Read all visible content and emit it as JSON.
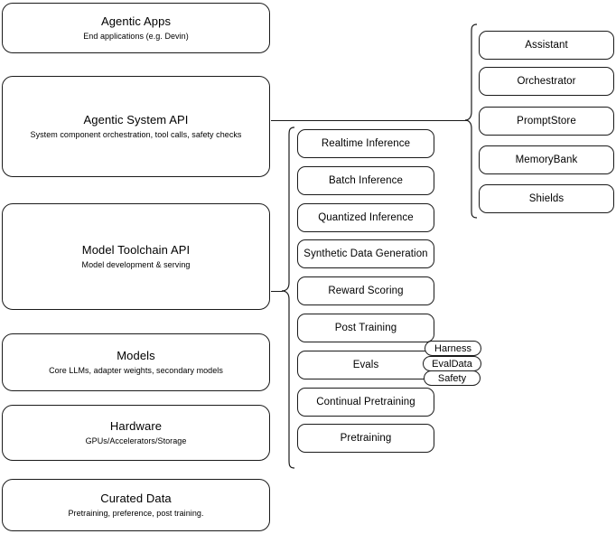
{
  "diagram": {
    "title": "AI Stack Layers Architecture Diagram",
    "stroke_color": "#1a1a1a",
    "background_color": "#ffffff"
  },
  "layers": [
    {
      "id": "agentic-apps",
      "title": "Agentic Apps",
      "subtitle": "End applications (e.g. Devin)"
    },
    {
      "id": "agentic-system-api",
      "title": "Agentic System API",
      "subtitle": "System component orchestration, tool calls, safety checks"
    },
    {
      "id": "model-toolchain-api",
      "title": "Model Toolchain API",
      "subtitle": "Model development & serving"
    },
    {
      "id": "models",
      "title": "Models",
      "subtitle": "Core LLMs, adapter weights, secondary models"
    },
    {
      "id": "hardware",
      "title": "Hardware",
      "subtitle": "GPUs/Accelerators/Storage"
    },
    {
      "id": "curated-data",
      "title": "Curated Data",
      "subtitle": "Pretraining, preference, post training."
    }
  ],
  "toolchain_items": [
    {
      "id": "realtime-inference",
      "label": "Realtime Inference"
    },
    {
      "id": "batch-inference",
      "label": "Batch Inference"
    },
    {
      "id": "quantized-inference",
      "label": "Quantized Inference"
    },
    {
      "id": "synthetic-data-generation",
      "label": "Synthetic Data Generation"
    },
    {
      "id": "reward-scoring",
      "label": "Reward Scoring"
    },
    {
      "id": "post-training",
      "label": "Post Training"
    },
    {
      "id": "evals",
      "label": "Evals"
    },
    {
      "id": "continual-pretraining",
      "label": "Continual Pretraining"
    },
    {
      "id": "pretraining",
      "label": "Pretraining"
    }
  ],
  "eval_subitems": [
    {
      "id": "harness",
      "label": "Harness"
    },
    {
      "id": "evaldata",
      "label": "EvalData"
    },
    {
      "id": "safety",
      "label": "Safety"
    }
  ],
  "system_items": [
    {
      "id": "assistant",
      "label": "Assistant"
    },
    {
      "id": "orchestrator",
      "label": "Orchestrator"
    },
    {
      "id": "promptstore",
      "label": "PromptStore"
    },
    {
      "id": "memorybank",
      "label": "MemoryBank"
    },
    {
      "id": "shields",
      "label": "Shields"
    }
  ]
}
